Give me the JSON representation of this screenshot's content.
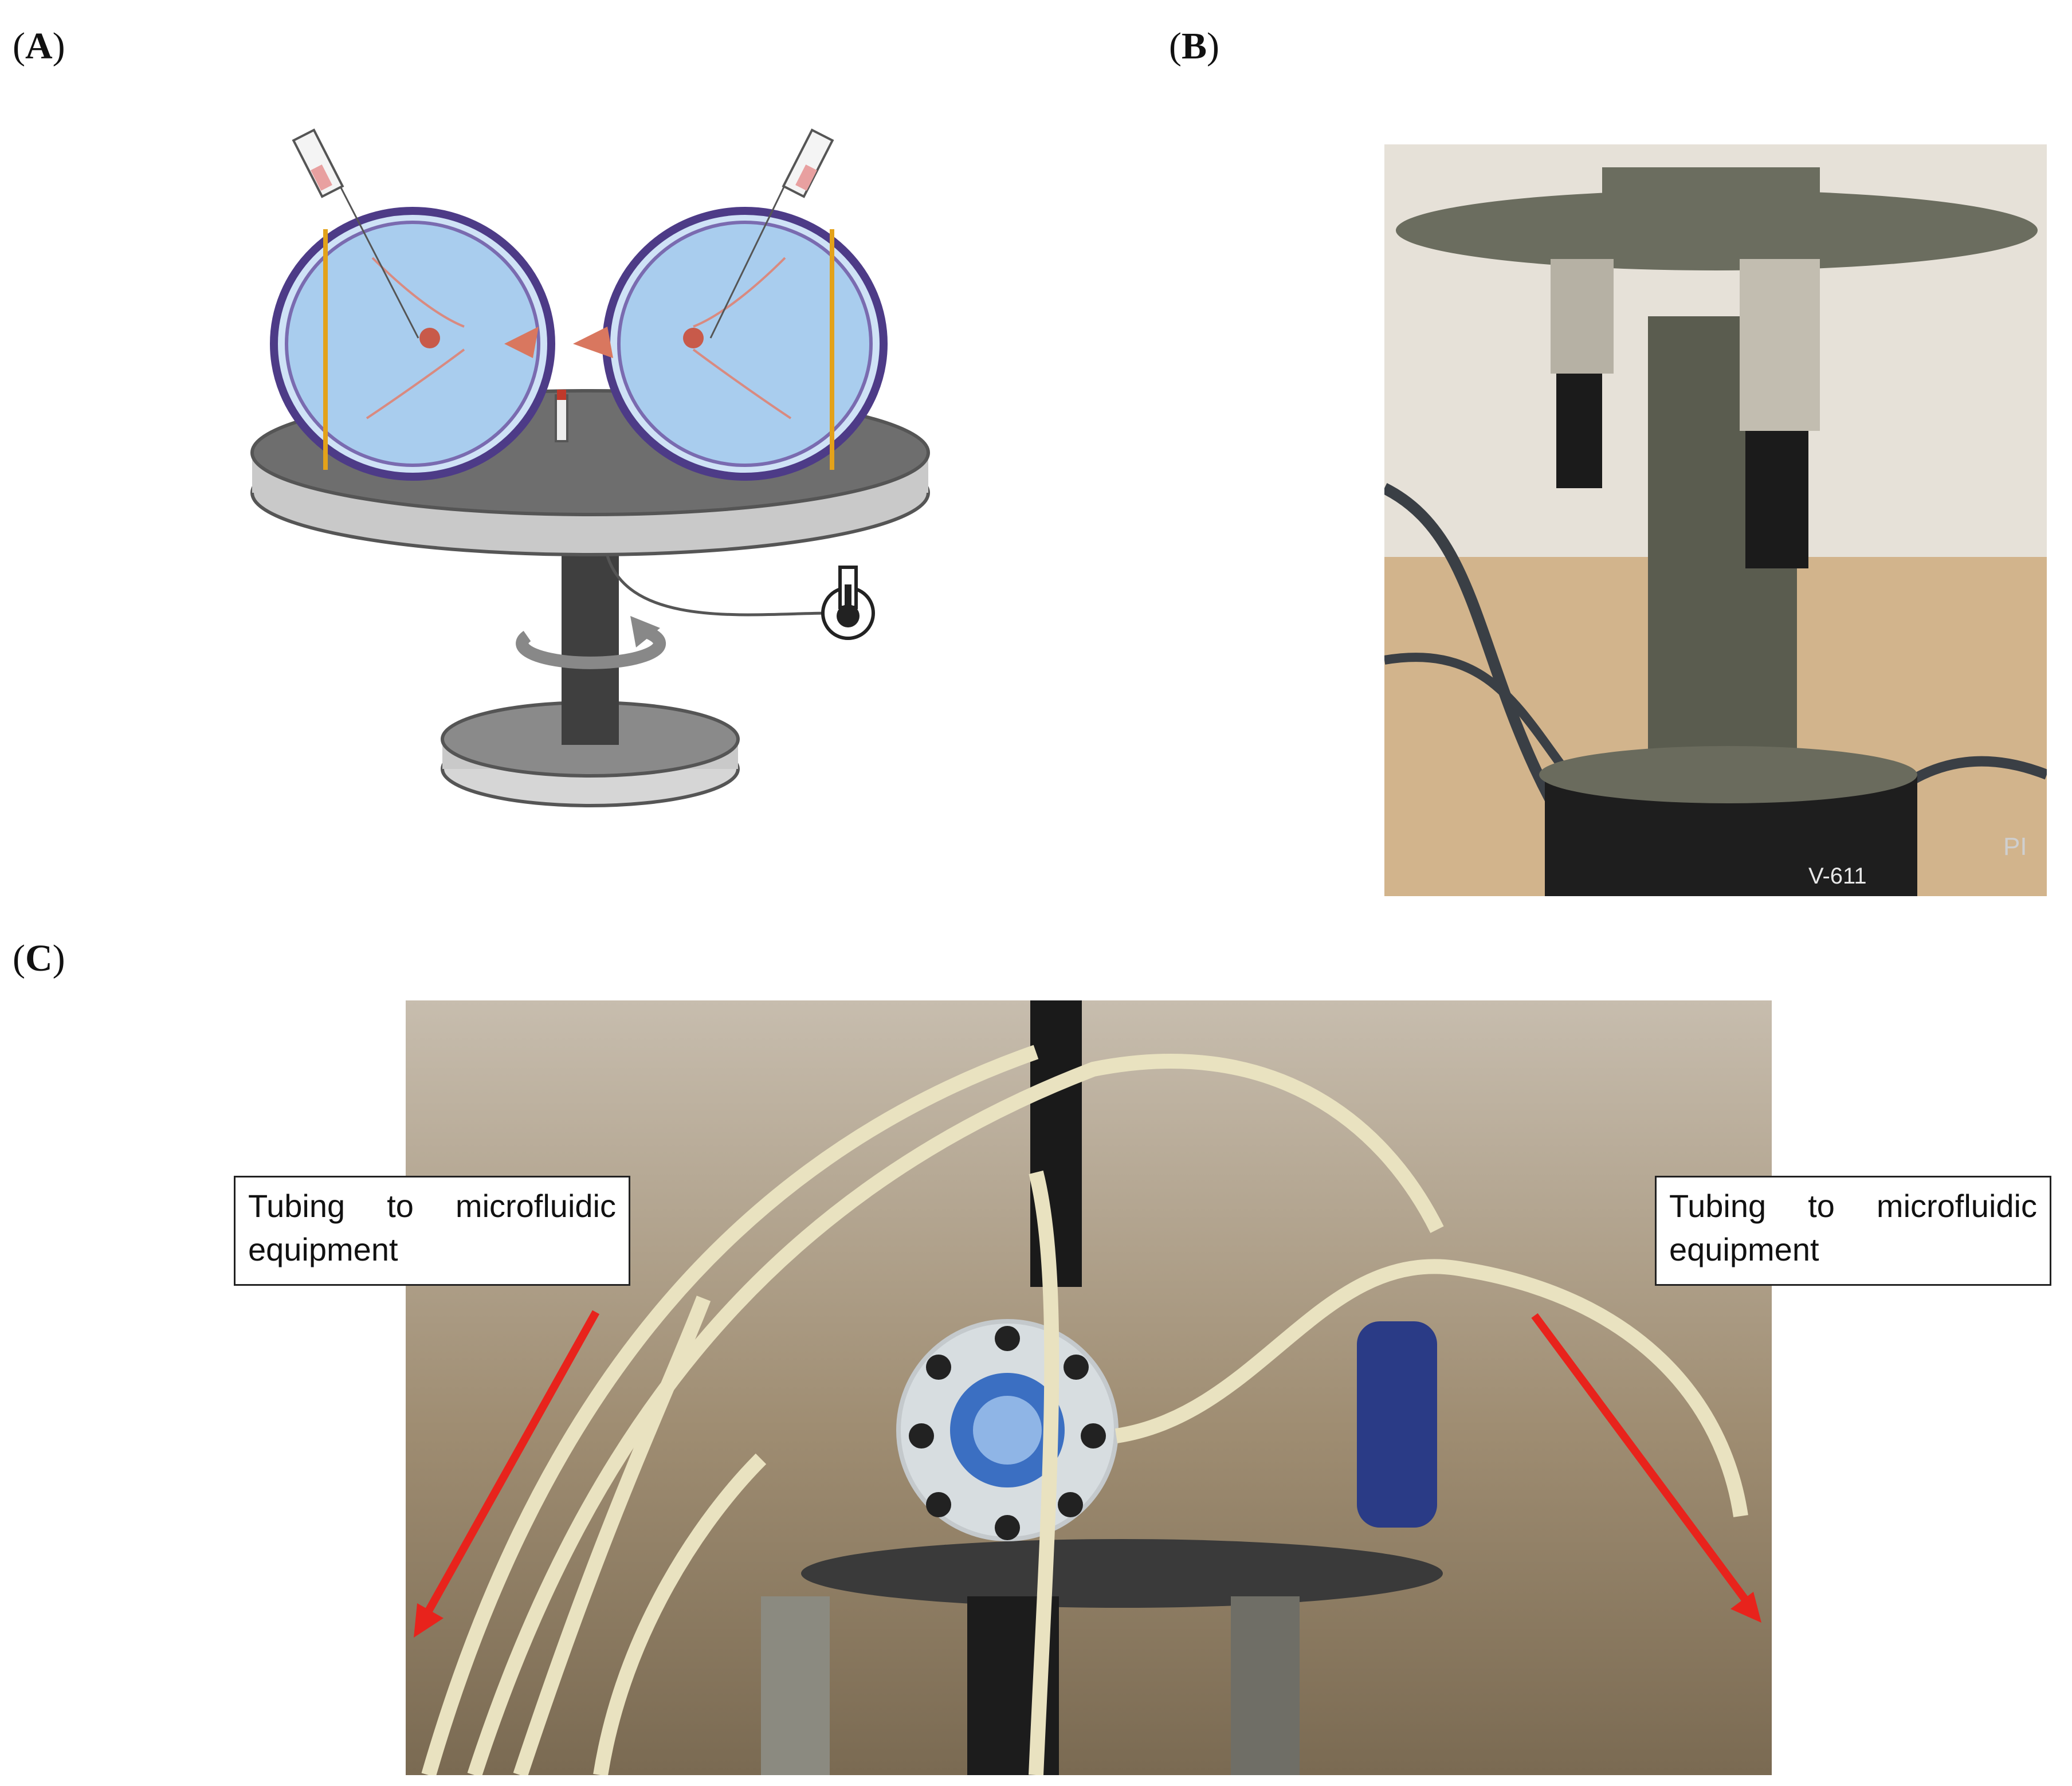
{
  "panels": {
    "a": {
      "open": "(",
      "letter": "A",
      "close": ")"
    },
    "b": {
      "open": "(",
      "letter": "B",
      "close": ")"
    },
    "c": {
      "open": "(",
      "letter": "C",
      "close": ")"
    }
  },
  "photo_b": {
    "instrument_text": "V-611",
    "logo_text": "PI"
  },
  "annotations": {
    "left": {
      "line1_word1": "Tubing",
      "line1_word2": "to",
      "line1_word3": "microfluidic",
      "line2": "equipment"
    },
    "right": {
      "line1_word1": "Tubing",
      "line1_word2": "to",
      "line1_word3": "microfluidic",
      "line2": "equipment"
    }
  },
  "colors": {
    "arrow": "#e8231c",
    "sphere_fill": "#a9cdee",
    "sphere_rim": "#4d3b87",
    "plate": "#6e6e6e",
    "tubing": "#e9e2c0"
  }
}
